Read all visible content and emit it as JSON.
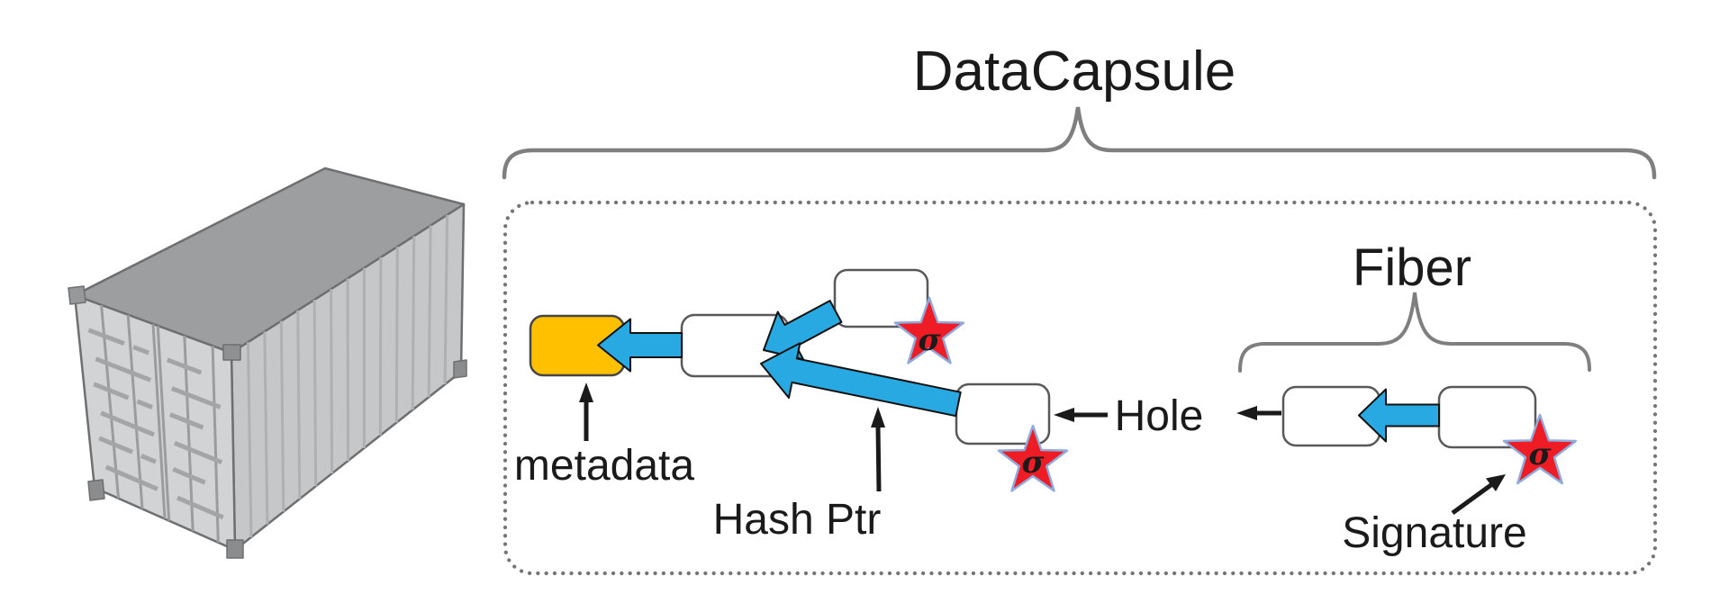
{
  "diagram": {
    "datacapsule": {
      "label": "DataCapsule"
    },
    "fiber": {
      "label": "Fiber"
    },
    "annotations": {
      "metadata": "metadata",
      "hash_ptr": "Hash Ptr",
      "hole": "Hole",
      "signature": "Signature"
    },
    "sigma": "σ",
    "colors": {
      "hash_arrow_blue": "#29A9E1",
      "metadata_orange": "#FFC000",
      "signature_star_red": "#EE1C25",
      "star_outline_blue": "#8FAADC",
      "block_white": "#FFFFFF",
      "block_border_gray": "#595959",
      "brace_gray": "#7F7F7F",
      "boundary_dot_gray": "#757575",
      "label_black": "#1A1A1A",
      "container_top_gray": "#9C9EA0",
      "container_side_gray": "#C5C7C9",
      "container_front_gray": "#D2D3D4"
    }
  }
}
